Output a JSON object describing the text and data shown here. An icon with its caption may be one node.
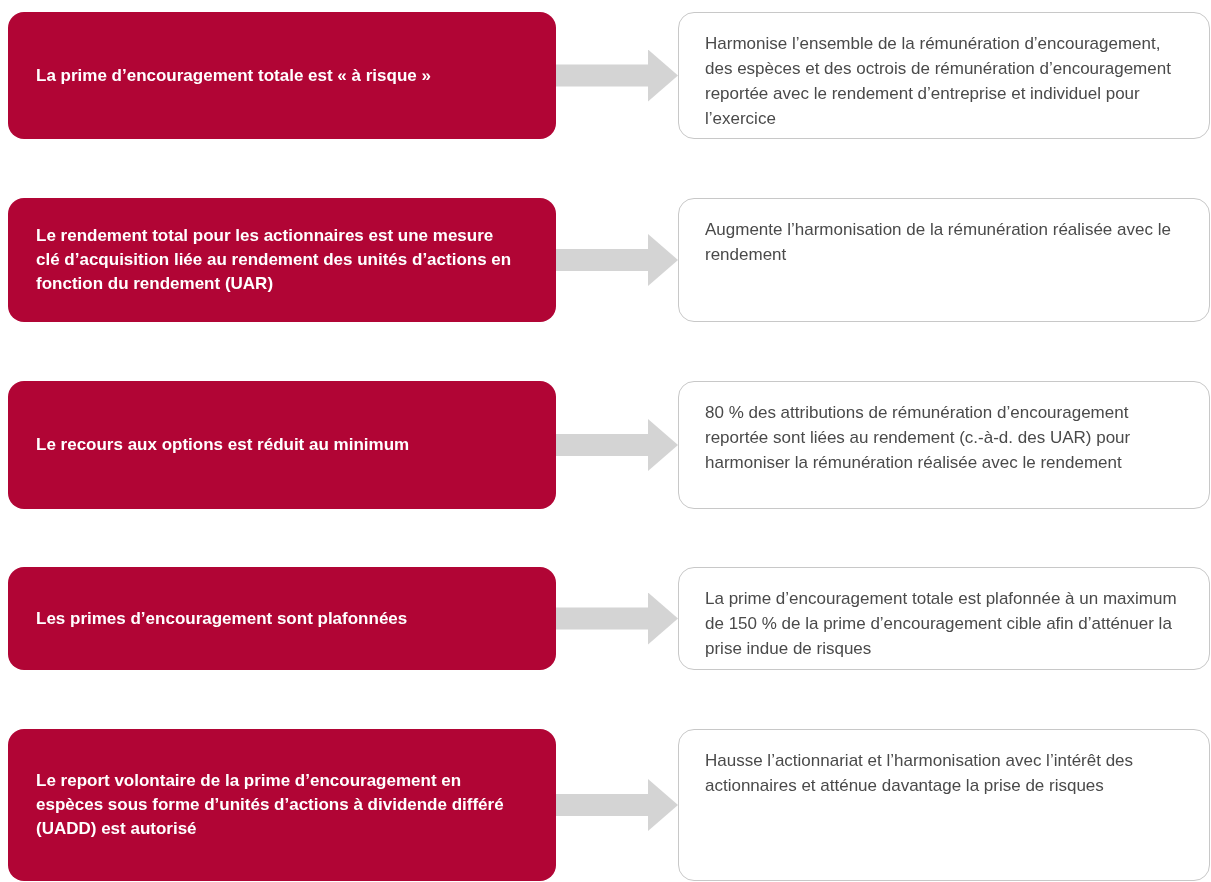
{
  "diagram": {
    "nodes": [
      {
        "text": [
          "La prime d’encouragement totale est « à risque »"
        ]
      },
      {
        "text": [
          "Harmonise l’ensemble de la rémunération d’encouragement, des espèces et des octrois de rémunération d’encouragement reportée avec le rendement d’entreprise et individuel pour l’exercice"
        ]
      },
      {
        "text": [
          "Le rendement total pour les actionnaires est une mesure clé d’acquisition liée au rendement des unités d’actions en fonction du rendement (UAR)"
        ]
      },
      {
        "text": [
          "Augmente l’harmonisation de la rémunération réalisée avec le rendement"
        ]
      },
      {
        "text": [
          "Le recours aux options est réduit au minimum"
        ]
      },
      {
        "text": [
          "80 % des attributions de rémunération d’encouragement reportée sont liées au rendement (c.-à-d. des UAR) pour harmoniser la rémunération réalisée avec le rendement"
        ]
      },
      {
        "text": [
          "Les primes d’encouragement sont plafonnées"
        ]
      },
      {
        "text": [
          "La prime d’encouragement totale est plafonnée à un maximum de 150 % de la prime d’encouragement cible afin d’atténuer la prise indue de risques"
        ]
      },
      {
        "text": [
          "Le report volontaire de la prime d’encouragement en espèces sous forme d’unités d’actions à dividende différé (UADD) est autorisé"
        ]
      },
      {
        "text": [
          "Hausse l’actionnariat et l’harmonisation avec l’intérêt des actionnaires et atténue davantage la prise de risques"
        ]
      }
    ],
    "edges": [
      {
        "from": 0,
        "to": 1,
        "arrow": "to"
      },
      {
        "from": 2,
        "to": 3,
        "arrow": "to"
      },
      {
        "from": 4,
        "to": 5,
        "arrow": "to"
      },
      {
        "from": 6,
        "to": 7,
        "arrow": "to"
      },
      {
        "from": 8,
        "to": 9,
        "arrow": "to"
      }
    ]
  }
}
